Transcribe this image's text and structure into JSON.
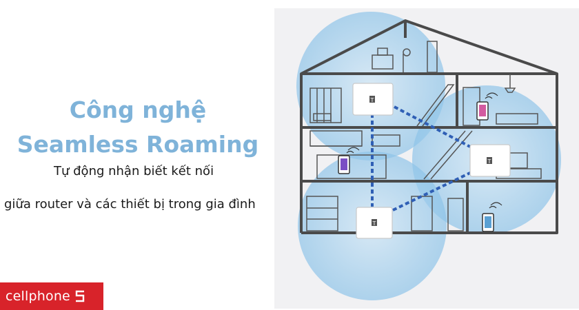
{
  "heading": {
    "line1": "Công nghệ",
    "line2": "Seamless Roaming"
  },
  "subtitle": {
    "line1": "Tự động nhận biết kết nối",
    "line2": "giữa router và các thiết bị trong gia đình"
  },
  "brand": {
    "name": "cellphone",
    "mark_icon": "cellphones-s-icon",
    "color": "#d8232a"
  },
  "router_label": "T",
  "colors": {
    "heading": "#7fb3d9",
    "coverage": "#a9d2ee",
    "link_arrows": "#2f5fb5",
    "house_outline": "#4a4a4a"
  }
}
